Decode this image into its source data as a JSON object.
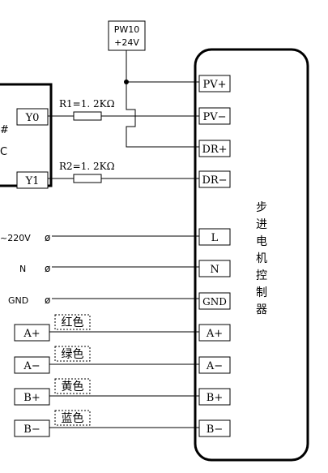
{
  "power_box": {
    "line1": "PW10",
    "line2": "+24V"
  },
  "plc": {
    "edge_label_top": "#",
    "edge_label_bottom": "C",
    "outputs": [
      "Y0",
      "Y1"
    ]
  },
  "resistors": {
    "r1": "R1=1. 2KΩ",
    "r2": "R2=1. 2KΩ"
  },
  "driver": {
    "title_chars": [
      "步",
      "进",
      "电",
      "机",
      "控",
      "制",
      "器"
    ],
    "terminals": [
      "PV+",
      "PV−",
      "DR+",
      "DR−",
      "L",
      "N",
      "GND",
      "A+",
      "A−",
      "B+",
      "B−"
    ]
  },
  "mains": {
    "labels": [
      "~220V",
      "N",
      "GND"
    ],
    "symbol": "ø"
  },
  "motor": {
    "terminals": [
      "A+",
      "A−",
      "B+",
      "B−"
    ],
    "wire_colors": [
      "红色",
      "绿色",
      "黄色",
      "蓝色"
    ]
  }
}
